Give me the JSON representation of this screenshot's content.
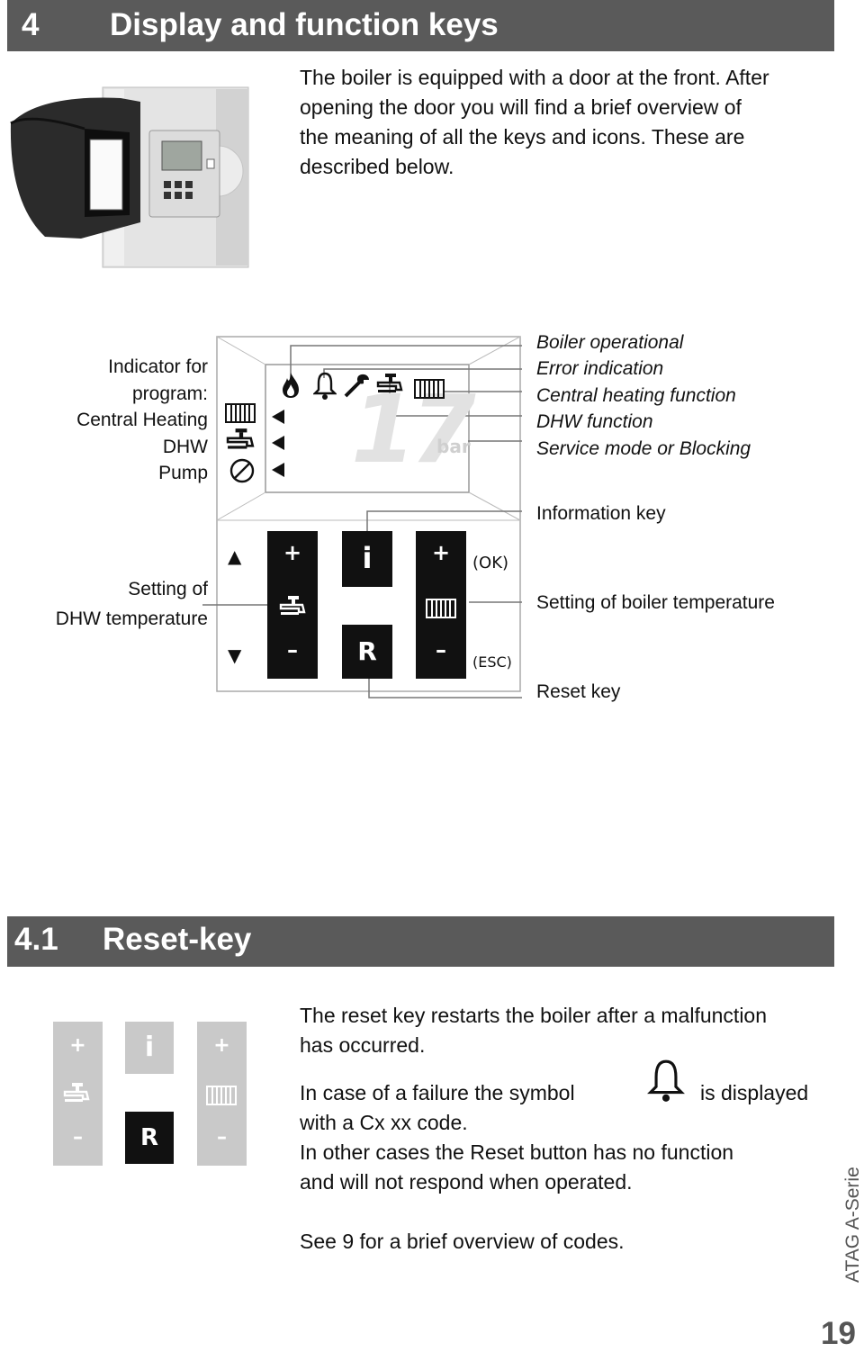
{
  "section4": {
    "number": "4",
    "title": "Display and function keys"
  },
  "intro": {
    "lines": [
      "The boiler is equipped with a door at the front. After",
      "opening the door you will find a brief overview of",
      "the meaning of all the keys and icons. These are",
      "described below."
    ]
  },
  "left_labels": {
    "indicator": [
      "Indicator for",
      "program:",
      "Central Heating",
      "DHW",
      "Pump"
    ],
    "dhw_setting": [
      "Setting of",
      "DHW temperature"
    ]
  },
  "right_labels": {
    "boiler_operational": "Boiler operational",
    "error_indication": "Error indication",
    "central_heating": "Central heating function",
    "dhw_function": "DHW function",
    "service_mode": "Service mode or Blocking",
    "information_key": "Information key",
    "boiler_temp": "Setting of boiler temperature",
    "reset_key": "Reset key"
  },
  "panel": {
    "display_digits": "17",
    "display_unit": "bar",
    "plus": "+",
    "minus": "–",
    "info": "i",
    "reset": "R",
    "ok": "(OK)",
    "esc": "(ESC)",
    "up_arrow": "▲",
    "down_arrow": "▼"
  },
  "section41": {
    "number": "4.1",
    "title": "Reset-key"
  },
  "reset_text": {
    "p1_lines": [
      "The reset key restarts the boiler after a malfunction",
      "has occurred."
    ],
    "p2_before": "In case of a failure the symbol",
    "p2_after": "is displayed",
    "p2_line2": "with a Cx xx code.",
    "p3_lines": [
      "In other cases the Reset button has no function",
      "and will not respond when operated."
    ],
    "p4": "See 9 for a brief overview of codes."
  },
  "footer": {
    "series": "ATAG A-Serie",
    "page": "19"
  },
  "icons": [
    "flame-icon",
    "bell-icon",
    "wrench-icon",
    "tap-icon",
    "radiator-icon",
    "pump-icon",
    "boiler-door-photo"
  ]
}
